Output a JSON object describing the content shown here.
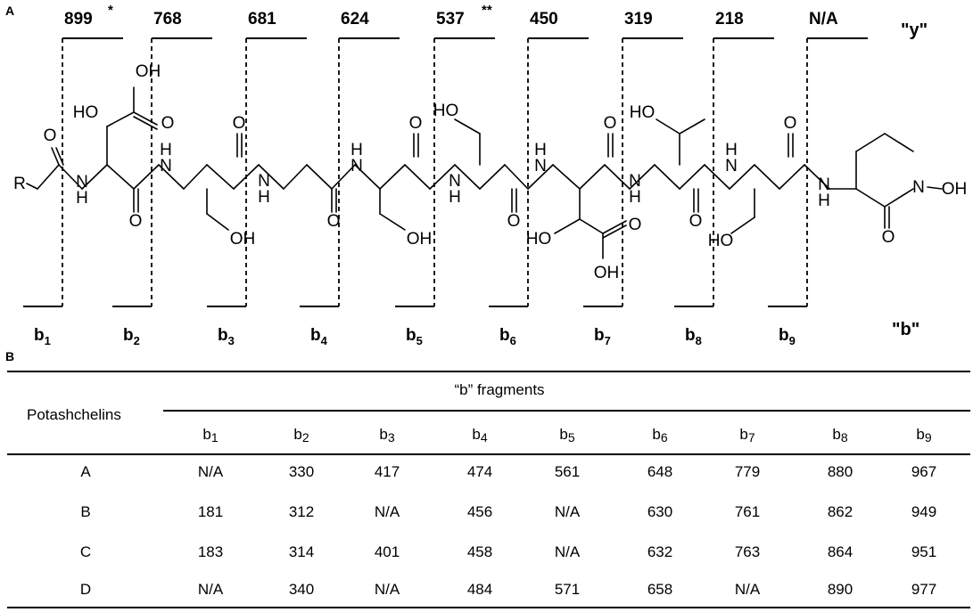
{
  "panel_a": {
    "label": "A",
    "y_row_label": "\"y\"",
    "b_row_label": "\"b\"",
    "y_values": [
      "899",
      "768",
      "681",
      "624",
      "537",
      "450",
      "319",
      "218",
      "N/A"
    ],
    "b_labels": [
      "b1",
      "b2",
      "b3",
      "b4",
      "b5",
      "b6",
      "b7",
      "b8",
      "b9"
    ],
    "marks": [
      "*",
      "**"
    ],
    "atom_labels": {
      "R": "R",
      "O": "O",
      "N": "N",
      "H": "H",
      "HO": "HO",
      "OH": "OH",
      "OH2": "OH",
      "NOH": "N",
      "OHterm": "OH"
    }
  },
  "panel_b": {
    "label": "B",
    "row_header": "Potashchelins",
    "group_header": "“b” fragments",
    "columns": [
      "b1",
      "b2",
      "b3",
      "b4",
      "b5",
      "b6",
      "b7",
      "b8",
      "b9"
    ],
    "rows": [
      {
        "name": "A",
        "values": [
          "N/A",
          "330",
          "417",
          "474",
          "561",
          "648",
          "779",
          "880",
          "967"
        ]
      },
      {
        "name": "B",
        "values": [
          "181",
          "312",
          "N/A",
          "456",
          "N/A",
          "630",
          "761",
          "862",
          "949"
        ]
      },
      {
        "name": "C",
        "values": [
          "183",
          "314",
          "401",
          "458",
          "N/A",
          "632",
          "763",
          "864",
          "951"
        ]
      },
      {
        "name": "D",
        "values": [
          "N/A",
          "340",
          "N/A",
          "484",
          "571",
          "658",
          "N/A",
          "890",
          "977"
        ]
      }
    ]
  }
}
